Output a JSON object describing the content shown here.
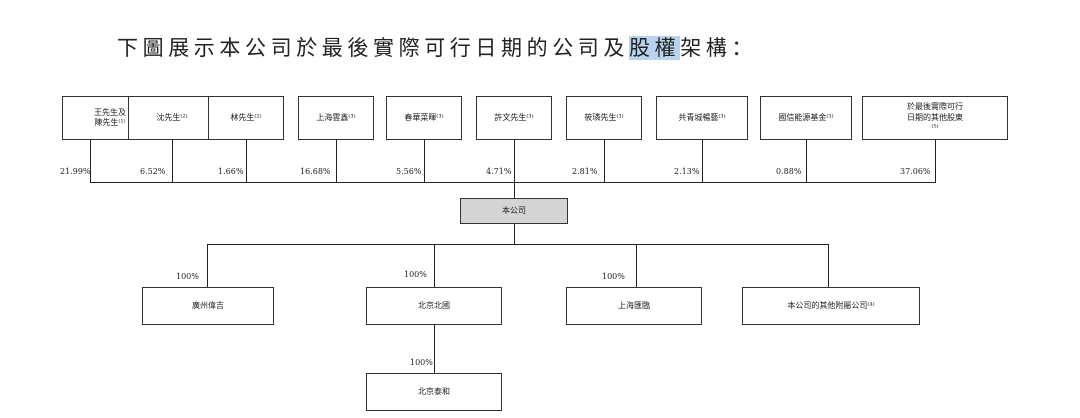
{
  "title": {
    "before": "下圖展示本公司於最後實際可行日期的公司及",
    "highlight": "股權",
    "after": "架構："
  },
  "shareholders": [
    {
      "label": "王先生及\n陳先生⁽¹⁾",
      "pct": "21.99%"
    },
    {
      "label": "沈先生⁽²⁾",
      "pct": "6.52%"
    },
    {
      "label": "林先生⁽²⁾",
      "pct": "1.66%"
    },
    {
      "label": "上海雲鑫⁽³⁾",
      "pct": "16.68%"
    },
    {
      "label": "春華菜暉⁽³⁾",
      "pct": "5.56%"
    },
    {
      "label": "許文先生⁽³⁾",
      "pct": "4.71%"
    },
    {
      "label": "筱璘先生⁽³⁾",
      "pct": "2.81%"
    },
    {
      "label": "共青城暢藝⁽³⁾",
      "pct": "2.13%"
    },
    {
      "label": "國信能源基金⁽³⁾",
      "pct": "0.88%"
    },
    {
      "label": "於最後實際可行\n日期的其他股東\n⁽⁵⁾",
      "pct": "37.06%"
    }
  ],
  "company": {
    "label": "本公司"
  },
  "subsidiaries": [
    {
      "label": "廣州偉吉",
      "pct": "100%"
    },
    {
      "label": "北京北國",
      "pct": "100%"
    },
    {
      "label": "上海匯臨",
      "pct": "100%"
    },
    {
      "label": "本公司的其他附屬公司⁽⁴⁾",
      "pct": ""
    }
  ],
  "sub_subsidiary": {
    "label": "北京泰和",
    "pct": "100%"
  }
}
